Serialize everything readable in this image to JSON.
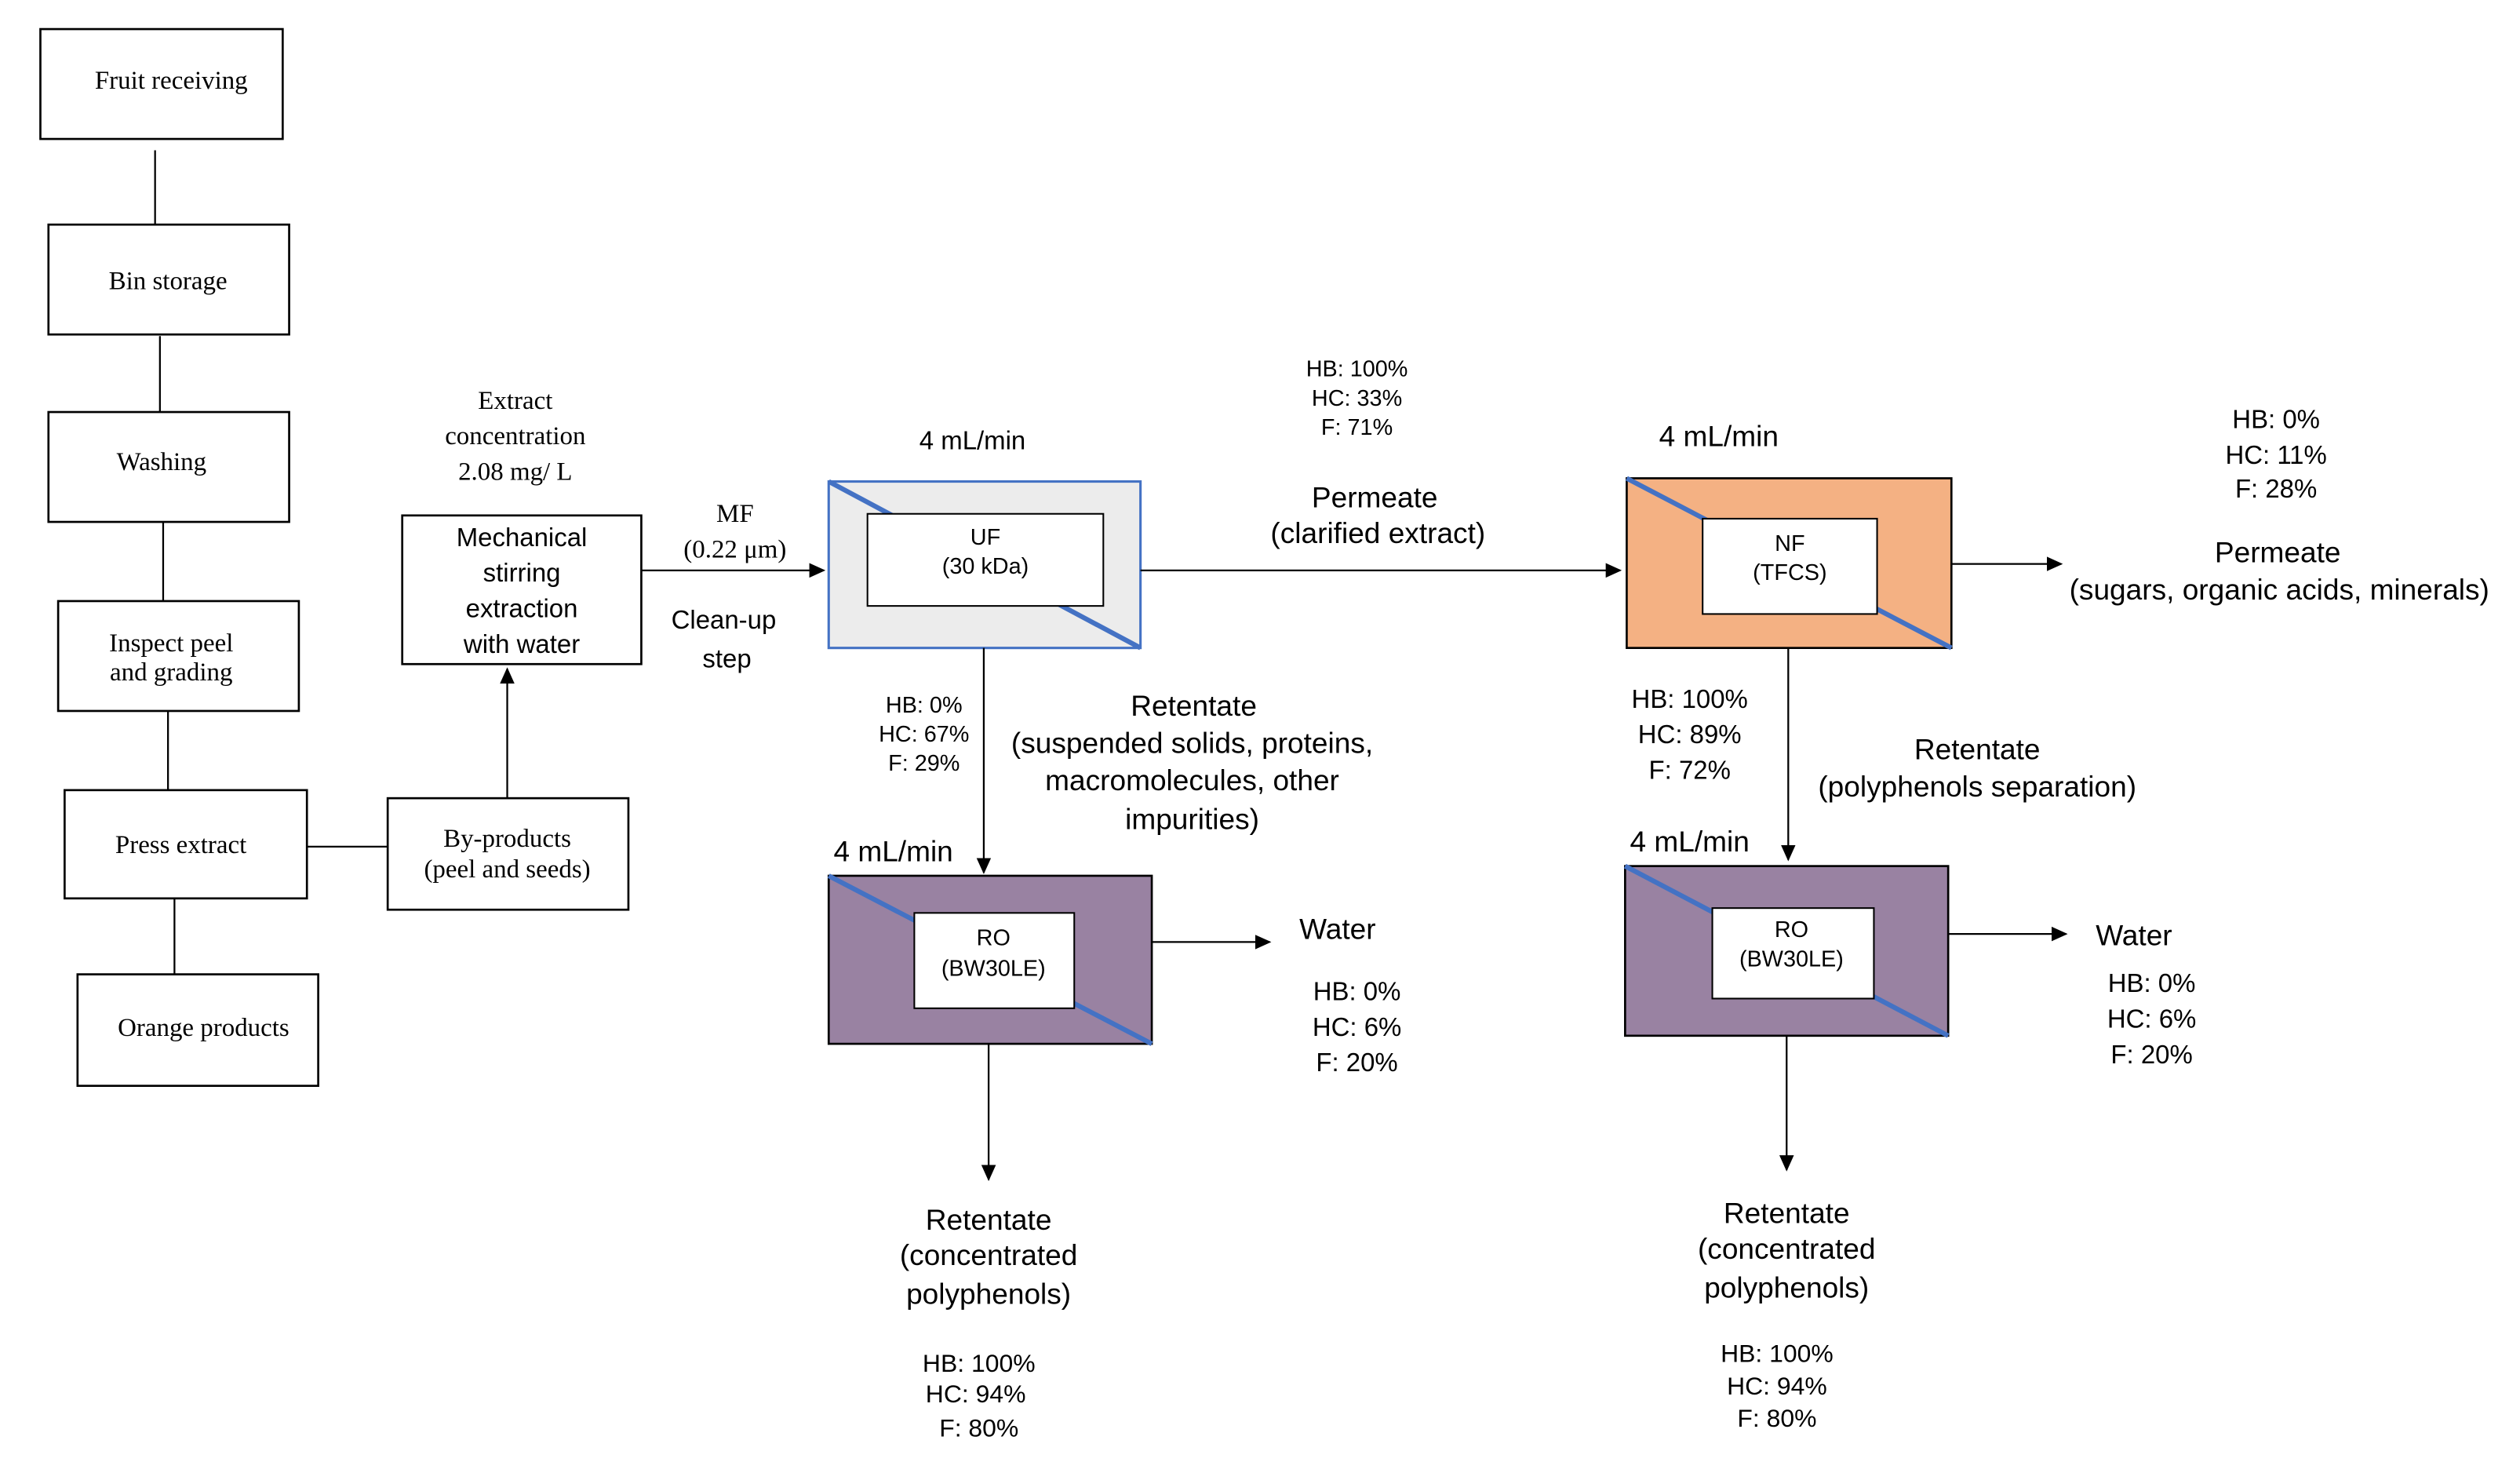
{
  "colors": {
    "uf_fill": "#ececec",
    "nf_fill": "#f4b183",
    "ro_fill": "#9982a2",
    "module_line": "#4472c4"
  },
  "process_steps": {
    "fruit_receiving": "Fruit receiving",
    "bin_storage": "Bin storage",
    "washing": "Washing",
    "inspect_line1": "Inspect peel",
    "inspect_line2": "and grading",
    "press_extract": "Press extract",
    "orange_products": "Orange products",
    "byproducts_line1": "By-products",
    "byproducts_line2": "(peel and seeds)"
  },
  "extraction": {
    "concentration_line1": "Extract",
    "concentration_line2": "concentration",
    "concentration_line3": "2.08 mg/ L",
    "box_line1": "Mechanical",
    "box_line2": "stirring",
    "box_line3": "extraction",
    "box_line4": "with water",
    "mf_line1": "MF",
    "mf_line2": "(0.22 μm)",
    "cleanup_line1": "Clean-up",
    "cleanup_line2": "step"
  },
  "uf": {
    "flow": "4 mL/min",
    "label_line1": "UF",
    "label_line2": "(30 kDa)",
    "permeate_hb": "HB: 100%",
    "permeate_hc": "HC: 33%",
    "permeate_f": "F: 71%",
    "permeate_line1": "Permeate",
    "permeate_line2": "(clarified extract)",
    "retentate_hb": "HB: 0%",
    "retentate_hc": "HC: 67%",
    "retentate_f": "F: 29%",
    "retentate_line1": "Retentate",
    "retentate_line2": "(suspended solids, proteins,",
    "retentate_line3": "macromolecules, other",
    "retentate_line4": "impurities)"
  },
  "nf": {
    "flow": "4 mL/min",
    "label_line1": "NF",
    "label_line2": "(TFCS)",
    "permeate_hb": "HB: 0%",
    "permeate_hc": "HC: 11%",
    "permeate_f": "F: 28%",
    "permeate_line1": "Permeate",
    "permeate_line2": "(sugars, organic acids, minerals)",
    "retentate_hb": "HB: 100%",
    "retentate_hc": "HC: 89%",
    "retentate_f": "F: 72%",
    "retentate_line1": "Retentate",
    "retentate_line2": "(polyphenols separation)"
  },
  "ro_left": {
    "flow": "4 mL/min",
    "label_line1": "RO",
    "label_line2": "(BW30LE)",
    "water": "Water",
    "water_hb": "HB: 0%",
    "water_hc": "HC: 6%",
    "water_f": "F: 20%",
    "retentate_line1": "Retentate",
    "retentate_line2": "(concentrated",
    "retentate_line3": "polyphenols)",
    "retentate_hb": "HB: 100%",
    "retentate_hc": "HC: 94%",
    "retentate_f": "F: 80%"
  },
  "ro_right": {
    "flow": "4 mL/min",
    "label_line1": "RO",
    "label_line2": "(BW30LE)",
    "water": "Water",
    "water_hb": "HB: 0%",
    "water_hc": "HC: 6%",
    "water_f": "F: 20%",
    "retentate_line1": "Retentate",
    "retentate_line2": "(concentrated",
    "retentate_line3": "polyphenols)",
    "retentate_hb": "HB: 100%",
    "retentate_hc": "HC: 94%",
    "retentate_f": "F: 80%"
  }
}
